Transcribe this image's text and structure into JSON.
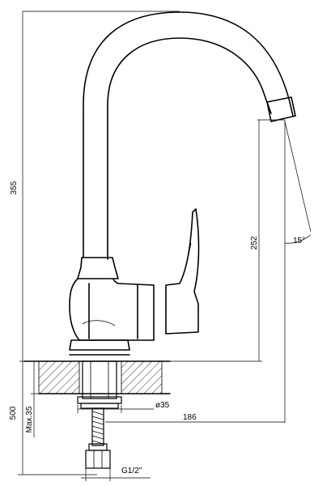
{
  "dimensions": {
    "total_height": "355",
    "outlet_height": "252",
    "spout_angle": "15°",
    "hose_length": "500",
    "max_deck_thickness": "Max.35",
    "hole_diameter": "ø35",
    "spout_reach": "186",
    "connection_thread": "G1/2\""
  }
}
